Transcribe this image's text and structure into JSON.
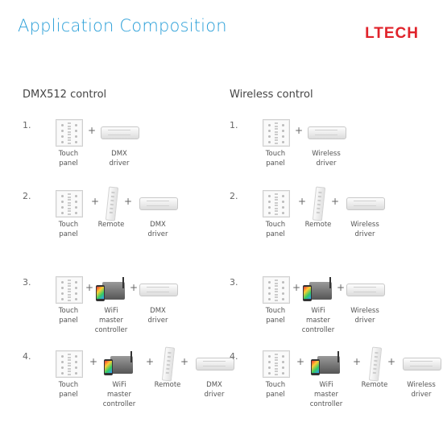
{
  "header": {
    "title": "Application Composition",
    "logo": "LTECH"
  },
  "sections": [
    {
      "title": "DMX512 control",
      "rows": [
        {
          "num": "1.",
          "items": [
            {
              "type": "touch",
              "label": [
                "Touch",
                "panel"
              ]
            },
            {
              "type": "driver",
              "label": [
                "DMX",
                "driver"
              ]
            }
          ]
        },
        {
          "num": "2.",
          "items": [
            {
              "type": "touch",
              "label": [
                "Touch",
                "panel"
              ]
            },
            {
              "type": "remote",
              "label": [
                "Remote"
              ]
            },
            {
              "type": "driver",
              "label": [
                "DMX",
                "driver"
              ]
            }
          ]
        },
        {
          "num": "3.",
          "items": [
            {
              "type": "touch",
              "label": [
                "Touch",
                "panel"
              ]
            },
            {
              "type": "wifi",
              "label": [
                "WiFi",
                "master",
                "controller"
              ]
            },
            {
              "type": "driver",
              "label": [
                "DMX",
                "driver"
              ]
            }
          ]
        },
        {
          "num": "4.",
          "items": [
            {
              "type": "touch",
              "label": [
                "Touch",
                "panel"
              ]
            },
            {
              "type": "wifi",
              "label": [
                "WiFi",
                "master",
                "controller"
              ]
            },
            {
              "type": "remote",
              "label": [
                "Remote"
              ]
            },
            {
              "type": "driver",
              "label": [
                "DMX",
                "driver"
              ]
            }
          ]
        }
      ]
    },
    {
      "title": "Wireless control",
      "rows": [
        {
          "num": "1.",
          "items": [
            {
              "type": "touch",
              "label": [
                "Touch",
                "panel"
              ]
            },
            {
              "type": "driver",
              "label": [
                "Wireless",
                "driver"
              ]
            }
          ]
        },
        {
          "num": "2.",
          "items": [
            {
              "type": "touch",
              "label": [
                "Touch",
                "panel"
              ]
            },
            {
              "type": "remote",
              "label": [
                "Remote"
              ]
            },
            {
              "type": "driver",
              "label": [
                "Wireless",
                "driver"
              ]
            }
          ]
        },
        {
          "num": "3.",
          "items": [
            {
              "type": "touch",
              "label": [
                "Touch",
                "panel"
              ]
            },
            {
              "type": "wifi",
              "label": [
                "WiFi",
                "master",
                "controller"
              ]
            },
            {
              "type": "driver",
              "label": [
                "Wireless",
                "driver"
              ]
            }
          ]
        },
        {
          "num": "4.",
          "items": [
            {
              "type": "touch",
              "label": [
                "Touch",
                "panel"
              ]
            },
            {
              "type": "wifi",
              "label": [
                "WiFi",
                "master",
                "controller"
              ]
            },
            {
              "type": "remote",
              "label": [
                "Remote"
              ]
            },
            {
              "type": "driver",
              "label": [
                "Wireless",
                "driver"
              ]
            }
          ]
        }
      ]
    }
  ],
  "plus_sign": "+"
}
